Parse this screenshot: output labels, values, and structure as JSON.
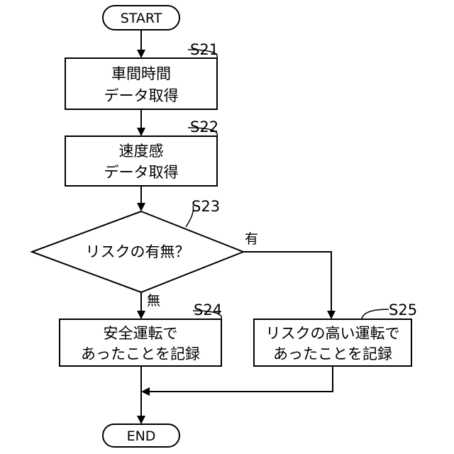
{
  "start": {
    "label": "START"
  },
  "end": {
    "label": "END"
  },
  "steps": {
    "s21": {
      "id": "S21",
      "line1": "車間時間",
      "line2": "データ取得"
    },
    "s22": {
      "id": "S22",
      "line1": "速度感",
      "line2": "データ取得"
    },
    "s23": {
      "id": "S23",
      "question": "リスクの有無？",
      "yes_label": "有",
      "no_label": "無"
    },
    "s24": {
      "id": "S24",
      "line1": "安全運転で",
      "line2": "あったことを記録"
    },
    "s25": {
      "id": "S25",
      "line1": "リスクの高い運転で",
      "line2": "あったことを記録"
    }
  }
}
